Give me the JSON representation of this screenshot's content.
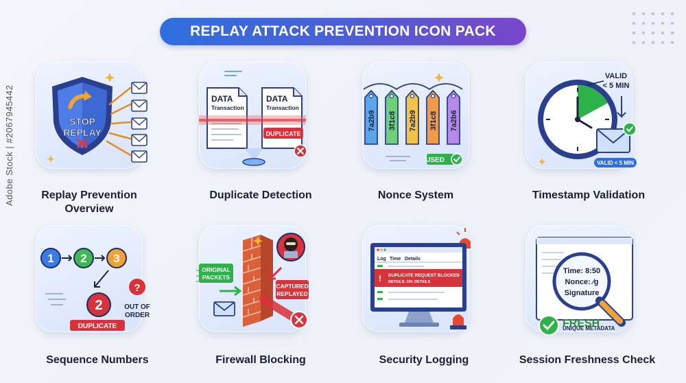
{
  "header": {
    "title": "REPLAY ATTACK PREVENTION ICON PACK"
  },
  "watermark": {
    "side_text": "Adobe Stock | #2067945442"
  },
  "colors": {
    "title_start": "#2f6fe0",
    "title_end": "#7a46c9",
    "card_bg": "#dfe8fb",
    "green": "#2fb24a",
    "red": "#d8323a"
  },
  "icons": [
    {
      "name": "Replay Prevention Overview",
      "line1": "Replay Prevention",
      "line2": "Overview",
      "art": {
        "shield_line1": "STOP",
        "shield_line2": "REPLAY"
      }
    },
    {
      "name": "Duplicate Detection",
      "line1": "Duplicate Detection",
      "art": {
        "doc_title": "DATA",
        "doc_sub": "Transaction",
        "badge": "DUPLICATE"
      }
    },
    {
      "name": "Nonce System",
      "line1": "Nonce System",
      "art": {
        "tags": [
          "7a2b9",
          "3f1c8",
          "7a2b9",
          "3f1c8",
          "7a2b6"
        ],
        "badge": "USED"
      }
    },
    {
      "name": "Timestamp Validation",
      "line1": "Timestamp Validation",
      "art": {
        "valid_line1": "VALID",
        "valid_line2": "< 5 MIN",
        "pill": "VALID < 5 MIN"
      }
    },
    {
      "name": "Sequence Numbers",
      "line1": "Sequence Numbers",
      "art": {
        "steps": [
          "1",
          "2",
          "3"
        ],
        "repeat": "2",
        "question": "?",
        "out_line1": "OUT OF",
        "out_line2": "ORDER",
        "badge": "DUPLICATE"
      }
    },
    {
      "name": "Firewall Blocking",
      "line1": "Firewall Blocking",
      "art": {
        "orig_line1": "ORIGINAL",
        "orig_line2": "PACKETS",
        "cap_line1": "CAPTURED",
        "cap_line2": "REPLAYED"
      }
    },
    {
      "name": "Security Logging",
      "line1": "Security Logging",
      "art": {
        "cols": [
          "Log",
          "Time",
          "Details"
        ],
        "alert_line1": "DUPLICATE REQUEST BLOCKED",
        "alert_line2": "DETAILS: ON: DETAILS"
      }
    },
    {
      "name": "Session Freshness Check",
      "line1": "Session Freshness Check",
      "art": {
        "time": "Time: 8:50",
        "nonce": "Nonce: ∕g",
        "signature": "Signature",
        "fresh": "FRESH",
        "meta": "UNIQUE METADATA"
      }
    }
  ]
}
